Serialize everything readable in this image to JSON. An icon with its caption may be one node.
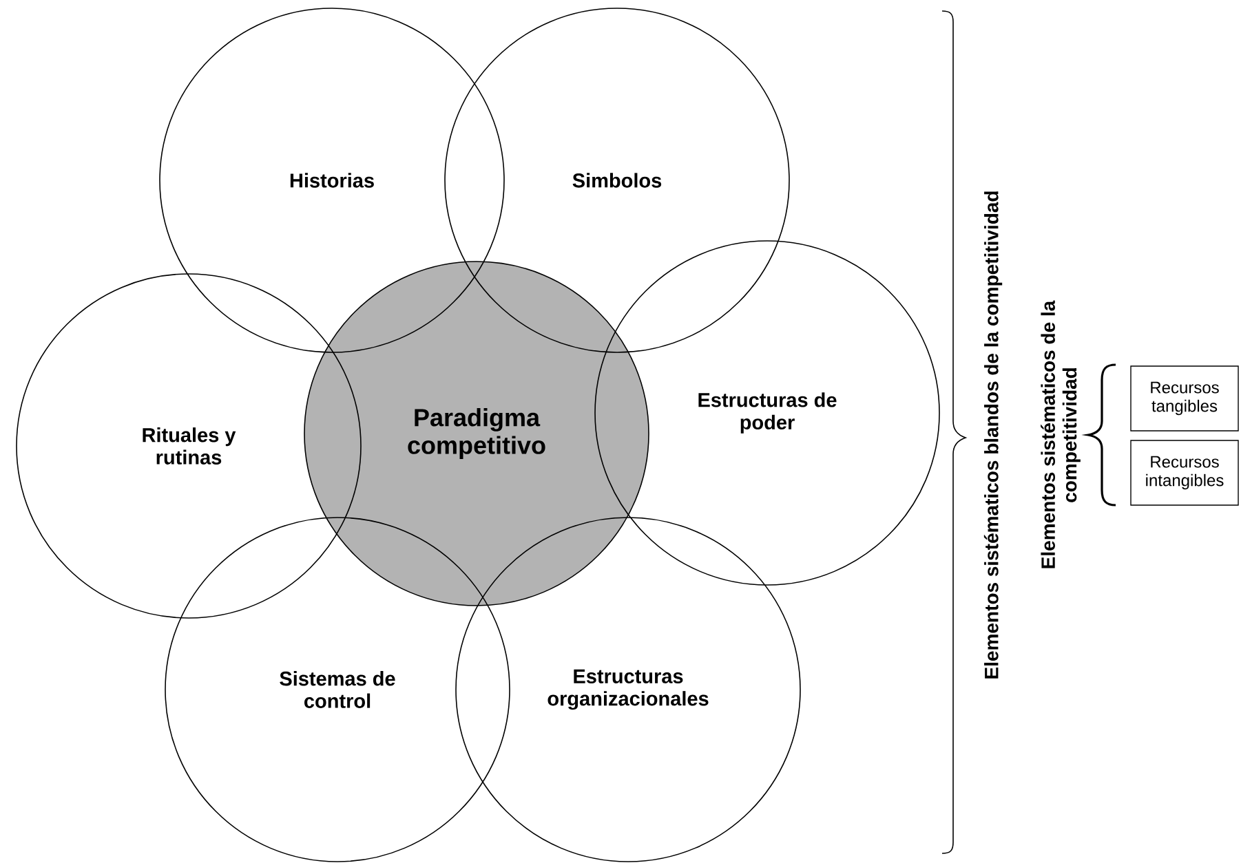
{
  "diagram": {
    "nodes": [
      {
        "text": [
          "Historias"
        ]
      },
      {
        "text": [
          "Simbolos"
        ]
      },
      {
        "text": [
          "Rituales y rutinas"
        ]
      },
      {
        "text": [
          "Paradigma competitivo"
        ]
      },
      {
        "text": [
          "Estructuras de poder"
        ]
      },
      {
        "text": [
          "Sistemas de control"
        ]
      },
      {
        "text": [
          "Estructuras organizacionales"
        ]
      },
      {
        "text": [
          "Recursos tangibles"
        ]
      },
      {
        "text": [
          "Recursos intangibles"
        ]
      }
    ],
    "labels": [
      "Elementos sistématicos blandos de la competitividad",
      "Elementos sistématicos de la competitividad"
    ]
  }
}
